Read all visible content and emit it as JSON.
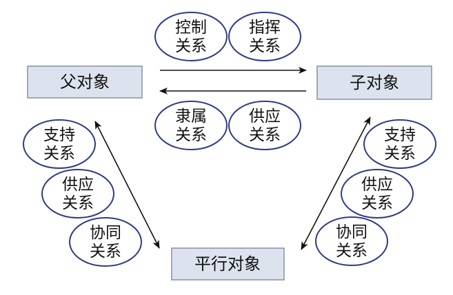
{
  "colors": {
    "box_fill": "#dce3ee",
    "box_border": "#8a8fa3",
    "ellipse_border": "#2e3a84",
    "arrow": "#111111"
  },
  "nodes": {
    "parent": "父对象",
    "child": "子对象",
    "sibling": "平行对象"
  },
  "relations": {
    "top_control": {
      "line1": "控制",
      "line2": "关系"
    },
    "top_command": {
      "line1": "指挥",
      "line2": "关系"
    },
    "mid_subordinate": {
      "line1": "隶属",
      "line2": "关系"
    },
    "mid_supply": {
      "line1": "供应",
      "line2": "关系"
    },
    "left_support": {
      "line1": "支持",
      "line2": "关系"
    },
    "left_supply": {
      "line1": "供应",
      "line2": "关系"
    },
    "left_coordinate": {
      "line1": "协同",
      "line2": "关系"
    },
    "right_support": {
      "line1": "支持",
      "line2": "关系"
    },
    "right_supply": {
      "line1": "供应",
      "line2": "关系"
    },
    "right_coordinate": {
      "line1": "协同",
      "line2": "关系"
    }
  },
  "arrows": [
    {
      "from": "parent",
      "to": "child",
      "heads": "end"
    },
    {
      "from": "child",
      "to": "parent",
      "heads": "end"
    },
    {
      "from": "parent",
      "to": "sibling",
      "heads": "both"
    },
    {
      "from": "child",
      "to": "sibling",
      "heads": "both"
    }
  ]
}
